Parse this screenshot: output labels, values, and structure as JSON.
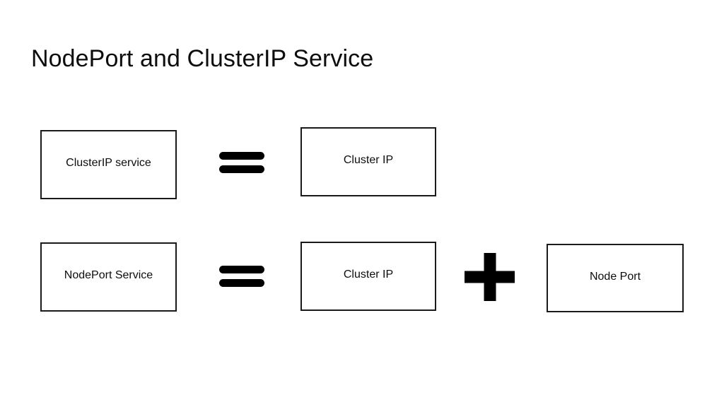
{
  "slide": {
    "title": "NodePort and ClusterIP Service",
    "background_color": "#ffffff",
    "text_color": "#0d0d0d",
    "stroke_color": "#1a1a1a"
  },
  "rows": [
    {
      "id": "clusterip-row",
      "left_node": {
        "label": "ClusterIP service"
      },
      "operator_1": {
        "symbol": "=",
        "name": "equals-operator"
      },
      "middle_node": {
        "label": "Cluster IP"
      }
    },
    {
      "id": "nodeport-row",
      "left_node": {
        "label": "NodePort Service"
      },
      "operator_1": {
        "symbol": "=",
        "name": "equals-operator"
      },
      "middle_node": {
        "label": "Cluster IP"
      },
      "operator_2": {
        "symbol": "+",
        "name": "plus-operator"
      },
      "right_node": {
        "label": "Node Port"
      }
    }
  ]
}
